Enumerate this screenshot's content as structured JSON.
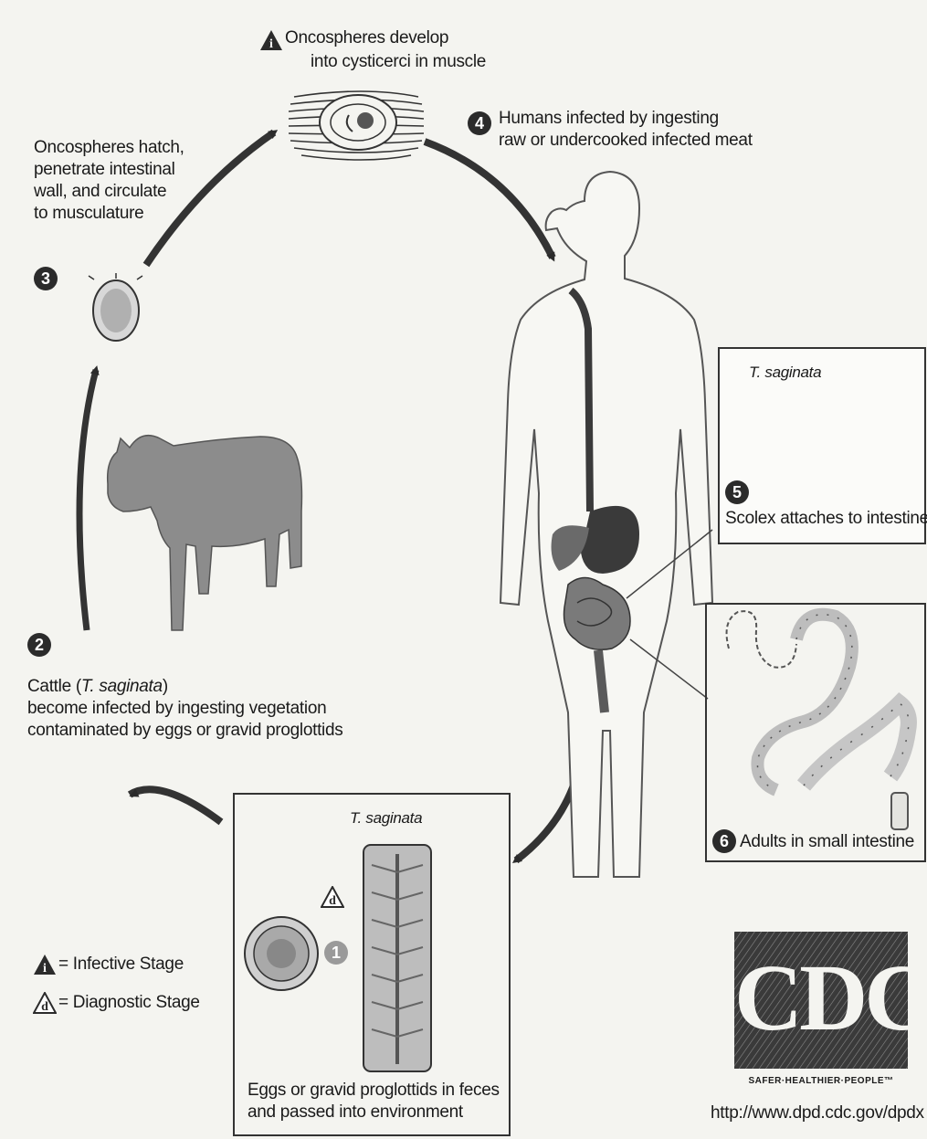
{
  "steps": {
    "s1": {
      "text": "Oncospheres develop into cysticerci in muscle",
      "line1": "Oncospheres develop",
      "line2": "into cysticerci in muscle"
    },
    "s2": {
      "number": "2",
      "line1_pre": "Cattle (",
      "line1_italic": "T. saginata",
      "line1_post": ")",
      "line2": "become infected by ingesting vegetation",
      "line3": "contaminated by eggs or gravid proglottids"
    },
    "s3": {
      "number": "3",
      "line1": "Oncospheres hatch,",
      "line2": "penetrate intestinal",
      "line3": "wall, and circulate",
      "line4": "to musculature"
    },
    "s4": {
      "number": "4",
      "line1": "Humans infected by ingesting",
      "line2": "raw or undercooked infected meat"
    },
    "s5": {
      "number": "5",
      "species": "T. saginata",
      "caption": "Scolex attaches to intestine"
    },
    "s6": {
      "number": "6",
      "caption": "Adults in small intestine"
    },
    "s1_box": {
      "number": "1",
      "species": "T. saginata",
      "caption_line1": "Eggs or gravid proglottids in feces",
      "caption_line2": "and passed into environment"
    }
  },
  "legend": {
    "infective_symbol": "i",
    "infective_label": "= Infective Stage",
    "diagnostic_symbol": "d",
    "diagnostic_label": "= Diagnostic Stage"
  },
  "logo": {
    "text": "CDC",
    "tagline": "SAFER·HEALTHIER·PEOPLE™",
    "url": "http://www.dpd.cdc.gov/dpdx"
  },
  "colors": {
    "ink": "#2b2b2b",
    "figure_gray": "#8c8c8c",
    "organ_dark": "#3a3a3a",
    "background": "#f4f4f0"
  }
}
